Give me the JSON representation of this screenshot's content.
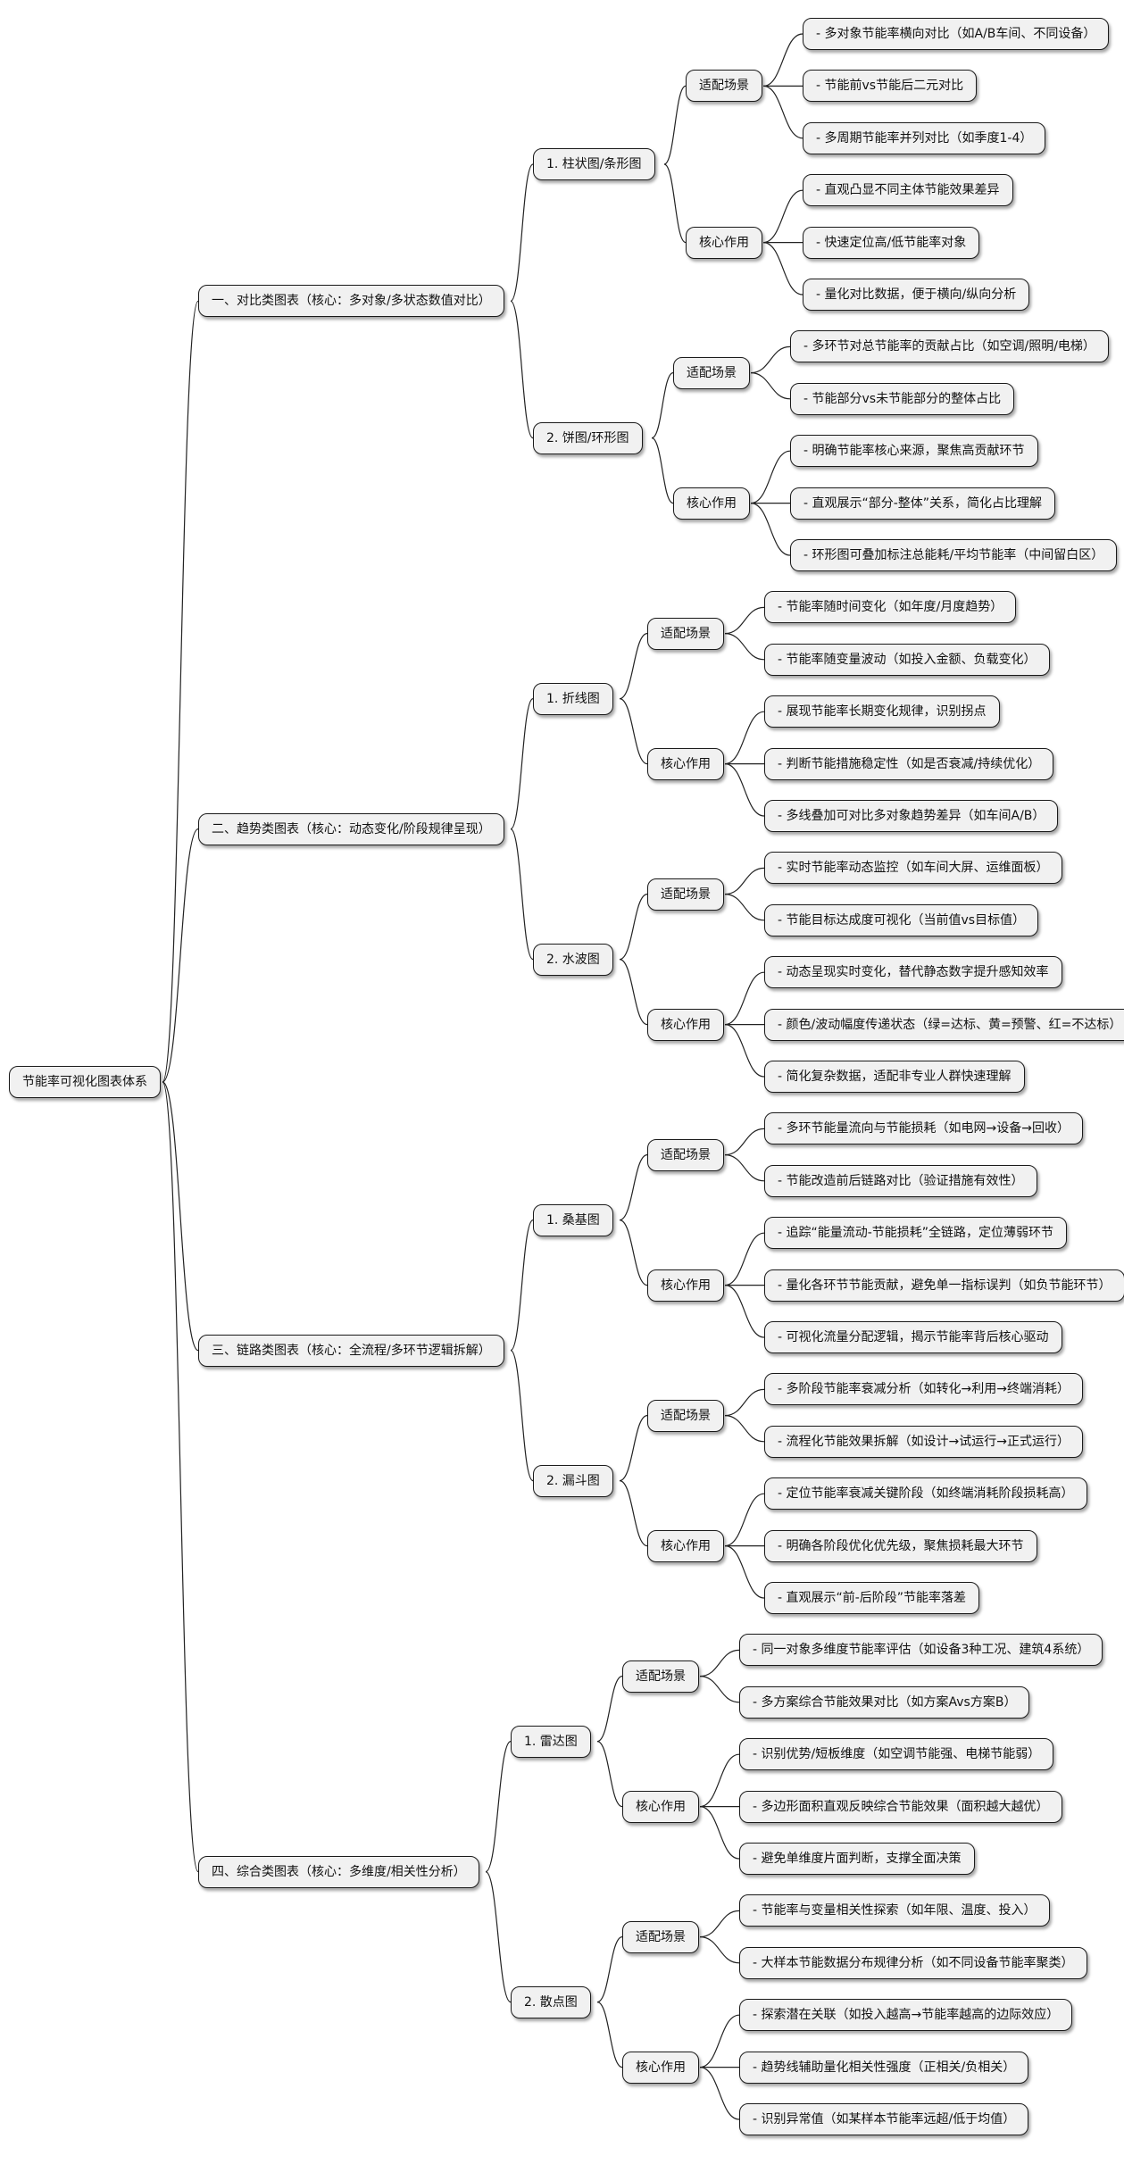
{
  "root": "节能率可视化图表体系",
  "categories": [
    {
      "label": "一、对比类图表（核心：多对象/多状态数值对比）",
      "charts": [
        {
          "label": "1. 柱状图/条形图",
          "groups": [
            {
              "label": "适配场景",
              "leaves": [
                "- 多对象节能率横向对比（如A/B车间、不同设备）",
                "- 节能前vs节能后二元对比",
                "- 多周期节能率并列对比（如季度1-4）"
              ]
            },
            {
              "label": "核心作用",
              "leaves": [
                "- 直观凸显不同主体节能效果差异",
                "- 快速定位高/低节能率对象",
                "- 量化对比数据，便于横向/纵向分析"
              ]
            }
          ]
        },
        {
          "label": "2. 饼图/环形图",
          "groups": [
            {
              "label": "适配场景",
              "leaves": [
                "- 多环节对总节能率的贡献占比（如空调/照明/电梯）",
                "- 节能部分vs未节能部分的整体占比"
              ]
            },
            {
              "label": "核心作用",
              "leaves": [
                "- 明确节能率核心来源，聚焦高贡献环节",
                "- 直观展示“部分-整体”关系，简化占比理解",
                "- 环形图可叠加标注总能耗/平均节能率（中间留白区）"
              ]
            }
          ]
        }
      ]
    },
    {
      "label": "二、趋势类图表（核心：动态变化/阶段规律呈现）",
      "charts": [
        {
          "label": "1. 折线图",
          "groups": [
            {
              "label": "适配场景",
              "leaves": [
                "- 节能率随时间变化（如年度/月度趋势）",
                "- 节能率随变量波动（如投入金额、负载变化）"
              ]
            },
            {
              "label": "核心作用",
              "leaves": [
                "- 展现节能率长期变化规律，识别拐点",
                "- 判断节能措施稳定性（如是否衰减/持续优化）",
                "- 多线叠加可对比多对象趋势差异（如车间A/B）"
              ]
            }
          ]
        },
        {
          "label": "2. 水波图",
          "groups": [
            {
              "label": "适配场景",
              "leaves": [
                "- 实时节能率动态监控（如车间大屏、运维面板）",
                "- 节能目标达成度可视化（当前值vs目标值）"
              ]
            },
            {
              "label": "核心作用",
              "leaves": [
                "- 动态呈现实时变化，替代静态数字提升感知效率",
                "- 颜色/波动幅度传递状态（绿=达标、黄=预警、红=不达标）",
                "- 简化复杂数据，适配非专业人群快速理解"
              ]
            }
          ]
        }
      ]
    },
    {
      "label": "三、链路类图表（核心：全流程/多环节逻辑拆解）",
      "charts": [
        {
          "label": "1. 桑基图",
          "groups": [
            {
              "label": "适配场景",
              "leaves": [
                "- 多环节能量流向与节能损耗（如电网→设备→回收）",
                "- 节能改造前后链路对比（验证措施有效性）"
              ]
            },
            {
              "label": "核心作用",
              "leaves": [
                "- 追踪“能量流动-节能损耗”全链路，定位薄弱环节",
                "- 量化各环节节能贡献，避免单一指标误判（如负节能环节）",
                "- 可视化流量分配逻辑，揭示节能率背后核心驱动"
              ]
            }
          ]
        },
        {
          "label": "2. 漏斗图",
          "groups": [
            {
              "label": "适配场景",
              "leaves": [
                "- 多阶段节能率衰减分析（如转化→利用→终端消耗）",
                "- 流程化节能效果拆解（如设计→试运行→正式运行）"
              ]
            },
            {
              "label": "核心作用",
              "leaves": [
                "- 定位节能率衰减关键阶段（如终端消耗阶段损耗高）",
                "- 明确各阶段优化优先级，聚焦损耗最大环节",
                "- 直观展示“前-后阶段”节能率落差"
              ]
            }
          ]
        }
      ]
    },
    {
      "label": "四、综合类图表（核心：多维度/相关性分析）",
      "charts": [
        {
          "label": "1. 雷达图",
          "groups": [
            {
              "label": "适配场景",
              "leaves": [
                "- 同一对象多维度节能率评估（如设备3种工况、建筑4系统）",
                "- 多方案综合节能效果对比（如方案Avs方案B）"
              ]
            },
            {
              "label": "核心作用",
              "leaves": [
                "- 识别优势/短板维度（如空调节能强、电梯节能弱）",
                "- 多边形面积直观反映综合节能效果（面积越大越优）",
                "- 避免单维度片面判断，支撑全面决策"
              ]
            }
          ]
        },
        {
          "label": "2. 散点图",
          "groups": [
            {
              "label": "适配场景",
              "leaves": [
                "- 节能率与变量相关性探索（如年限、温度、投入）",
                "- 大样本节能数据分布规律分析（如不同设备节能率聚类）"
              ]
            },
            {
              "label": "核心作用",
              "leaves": [
                "- 探索潜在关联（如投入越高→节能率越高的边际效应）",
                "- 趋势线辅助量化相关性强度（正相关/负相关）",
                "- 识别异常值（如某样本节能率远超/低于均值）"
              ]
            }
          ]
        }
      ]
    }
  ]
}
